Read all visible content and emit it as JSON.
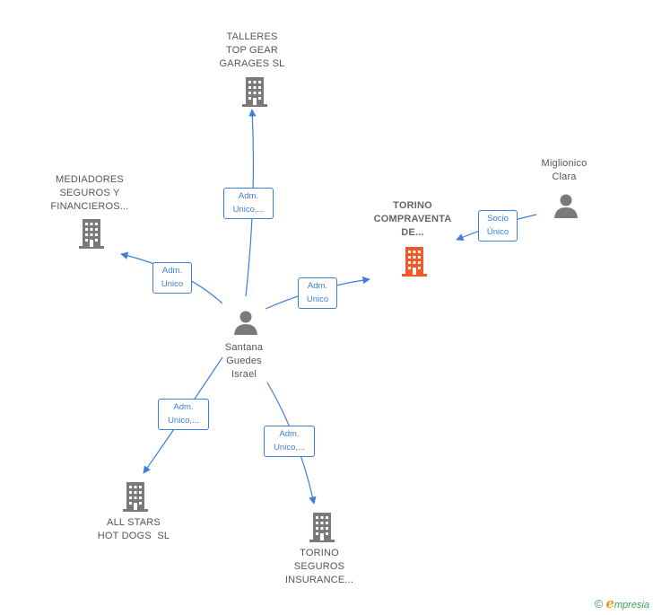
{
  "colors": {
    "edge": "#3d7fd6",
    "company": "#7a7a7a",
    "company_highlight": "#f05a28",
    "person": "#7a7a7a"
  },
  "nodes": {
    "talleres": {
      "label_lines": [
        "TALLERES",
        "TOP GEAR",
        "GARAGES SL"
      ],
      "icon": "building-icon"
    },
    "mediadores": {
      "label_lines": [
        "MEDIADORES",
        "SEGUROS Y",
        "FINANCIEROS..."
      ],
      "icon": "building-icon"
    },
    "torino_compraventa": {
      "label_lines": [
        "TORINO",
        "COMPRAVENTA",
        "DE..."
      ],
      "icon": "building-icon"
    },
    "miglionico": {
      "label_lines": [
        "Miglionico",
        "Clara"
      ],
      "icon": "person-icon"
    },
    "santana": {
      "label_lines": [
        "Santana",
        "Guedes",
        "Israel"
      ],
      "icon": "person-icon"
    },
    "all_stars": {
      "label_lines": [
        "ALL STARS",
        "HOT DOGS  SL"
      ],
      "icon": "building-icon"
    },
    "torino_seguros": {
      "label_lines": [
        "TORINO",
        "SEGUROS",
        "INSURANCE..."
      ],
      "icon": "building-icon"
    }
  },
  "edges": {
    "to_talleres": {
      "label_lines": [
        "Adm.",
        "Unico,..."
      ]
    },
    "to_mediadores": {
      "label_lines": [
        "Adm.",
        "Unico"
      ]
    },
    "to_torino_compraventa": {
      "label_lines": [
        "Adm.",
        "Unico"
      ]
    },
    "miglionico_to_torino": {
      "label_lines": [
        "Socio",
        "Único"
      ]
    },
    "to_all_stars": {
      "label_lines": [
        "Adm.",
        "Unico,..."
      ]
    },
    "to_torino_seguros": {
      "label_lines": [
        "Adm.",
        "Unico,..."
      ]
    }
  },
  "brand": {
    "copyright": "©",
    "initial": "e",
    "name": "mpresia"
  }
}
